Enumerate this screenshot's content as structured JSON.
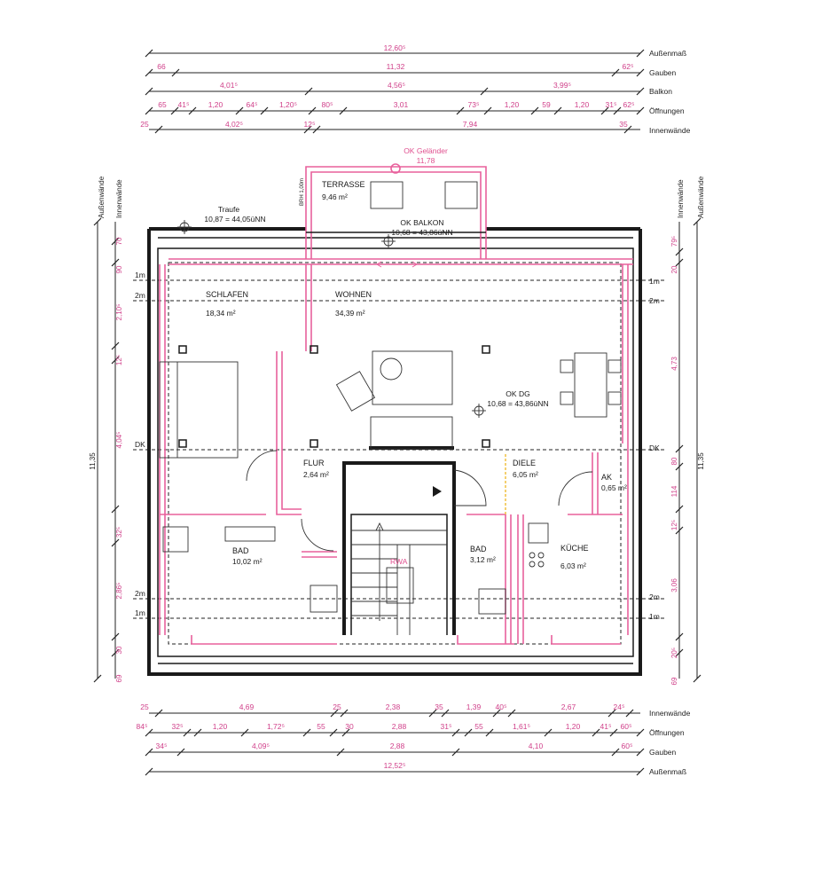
{
  "dimensions_top": [
    {
      "label": "Außenmaß",
      "segments": [
        "12,60⁵"
      ]
    },
    {
      "label": "Gauben",
      "segments": [
        "66",
        "11,32",
        "62⁵"
      ]
    },
    {
      "label": "Balkon",
      "segments": [
        "4,01⁵",
        "4,56⁵",
        "3,99⁵"
      ]
    },
    {
      "label": "Öffnungen",
      "segments": [
        "65",
        "41⁵",
        "1,20",
        "64⁵",
        "1,20⁵",
        "80⁵",
        "3,01",
        "73⁵",
        "1,20",
        "59",
        "1,20",
        "31⁵",
        "62⁵"
      ]
    },
    {
      "label": "Innenwände",
      "segments": [
        "25",
        "4,02⁵",
        "12⁵",
        "7,94",
        "35"
      ]
    }
  ],
  "dimensions_bottom": [
    {
      "label": "Innenwände",
      "segments": [
        "25",
        "4,69",
        "25",
        "2,38",
        "35",
        "1,39",
        "40⁵",
        "2,67",
        "24⁵"
      ]
    },
    {
      "label": "Öffnungen",
      "segments": [
        "84⁵",
        "32⁵",
        "1,20",
        "1,72⁵",
        "55",
        "30",
        "2,88",
        "31⁵",
        "55",
        "1,61⁵",
        "1,20",
        "41⁵",
        "60⁵"
      ]
    },
    {
      "label": "Gauben",
      "segments": [
        "34⁵",
        "4,09⁵",
        "2,88",
        "4,10",
        "60⁵"
      ]
    },
    {
      "label": "Außenmaß",
      "segments": [
        "12,52⁵"
      ]
    }
  ],
  "side": {
    "left_outer_label": "Außenwände",
    "left_inner_label": "Innenwände",
    "right_inner_label": "Innenwände",
    "right_outer_label": "Außenwände",
    "total": "11,35",
    "left_segments": [
      "70",
      "90",
      "2,10⁵",
      "12⁵",
      "4,04⁵",
      "32⁵",
      "2,86⁵",
      "30",
      "69"
    ],
    "right_segments": [
      "79⁵",
      "20",
      "4,73",
      "80",
      "114",
      "12⁵",
      "3,06",
      "20⁵",
      "69"
    ]
  },
  "level_marks": [
    "1m",
    "2m",
    "DK",
    "2m",
    "1m"
  ],
  "rooms": [
    {
      "name": "TERRASSE",
      "area": "9,46 m²"
    },
    {
      "name": "SCHLAFEN",
      "area": "18,34 m²"
    },
    {
      "name": "WOHNEN",
      "area": "34,39 m²"
    },
    {
      "name": "FLUR",
      "area": "2,64 m²"
    },
    {
      "name": "DIELE",
      "area": "6,05 m²"
    },
    {
      "name": "AK",
      "area": "0,65 m²"
    },
    {
      "name": "BAD",
      "area": "10,02 m²"
    },
    {
      "name": "BAD",
      "area": "3,12 m²"
    },
    {
      "name": "KÜCHE",
      "area": "6,03 m²"
    }
  ],
  "annotations": {
    "ok_gelaender": "OK Geländer",
    "ok_gelaender_val": "11,78",
    "traufe": "Traufe",
    "traufe_val": "10,87 = 44,05üNN",
    "ok_balkon": "OK BALKON",
    "ok_balkon_val": "10,68 = 43,86üNN",
    "ok_dg": "OK DG",
    "ok_dg_val": "10,68 = 43,86üNN",
    "brh": "BRH 1,00m",
    "rwa": "RWA"
  },
  "colors": {
    "ink": "#1a1a1a",
    "accent": "#e8609c"
  }
}
